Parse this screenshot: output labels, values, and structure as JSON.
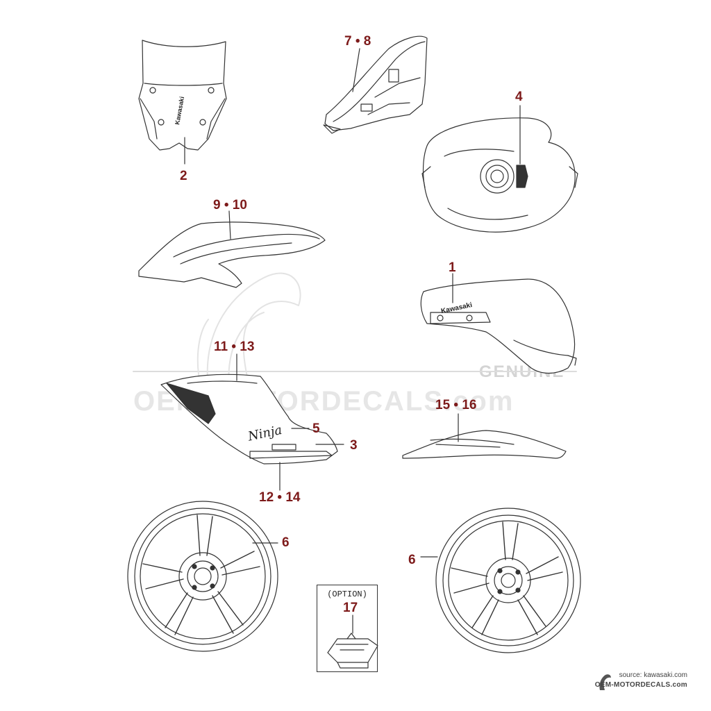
{
  "watermark": {
    "main": "OEM-MOTORDECALS.com",
    "side": "GENUINE"
  },
  "parts": {
    "windscreen_logo": "Kawasaki",
    "tank_logo": "Kawasaki",
    "shroud_logo": "Ninja"
  },
  "callouts": {
    "c1": "1",
    "c2": "2",
    "c3": "3",
    "c4": "4",
    "c5": "5",
    "c6_left": "6",
    "c6_right": "6",
    "c7_8": "7 • 8",
    "c9_10": "9 • 10",
    "c11_13": "11 • 13",
    "c12_14": "12 • 14",
    "c15_16": "15 • 16",
    "c17": "17"
  },
  "option": {
    "label": "(OPTION)"
  },
  "footer": {
    "source": "source: kawasaki.com",
    "site": "OEM-MOTORDECALS.com"
  },
  "colors": {
    "callout": "#7d1a1a",
    "line": "#333333",
    "watermark": "#e6e6e6"
  }
}
